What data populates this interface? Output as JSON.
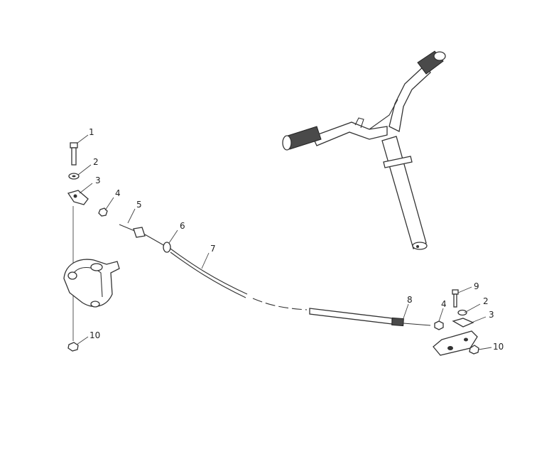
{
  "callouts": {
    "c1": "1",
    "c2a": "2",
    "c3a": "3",
    "c4a": "4",
    "c5": "5",
    "c6": "6",
    "c7": "7",
    "c8": "8",
    "c4b": "4",
    "c9": "9",
    "c2b": "2",
    "c3b": "3",
    "c10a": "10",
    "c10b": "10"
  }
}
